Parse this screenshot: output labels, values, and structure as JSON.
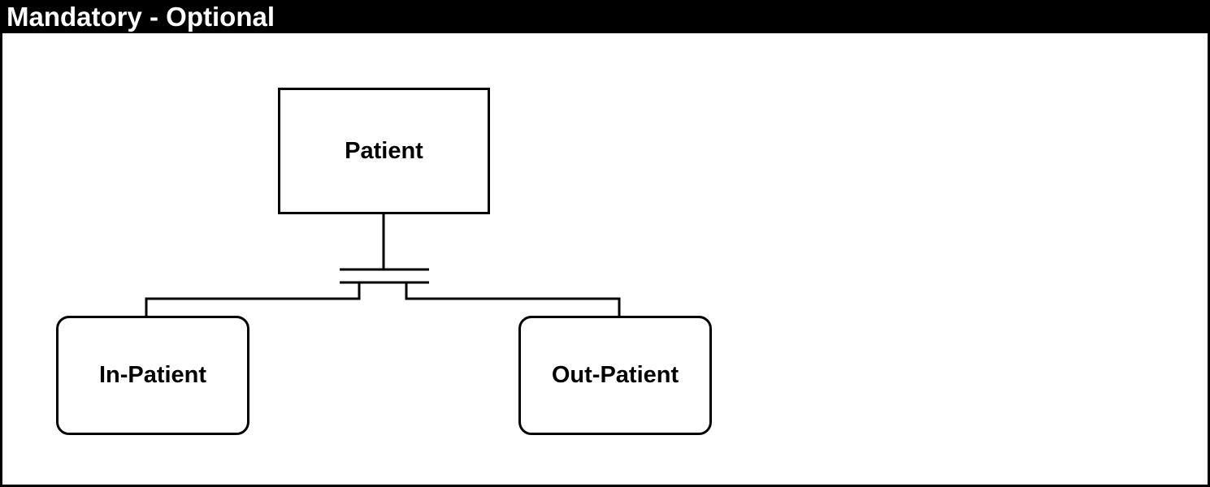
{
  "title": "Mandatory - Optional",
  "entities": {
    "parent": "Patient",
    "children": [
      "In-Patient",
      "Out-Patient"
    ]
  }
}
